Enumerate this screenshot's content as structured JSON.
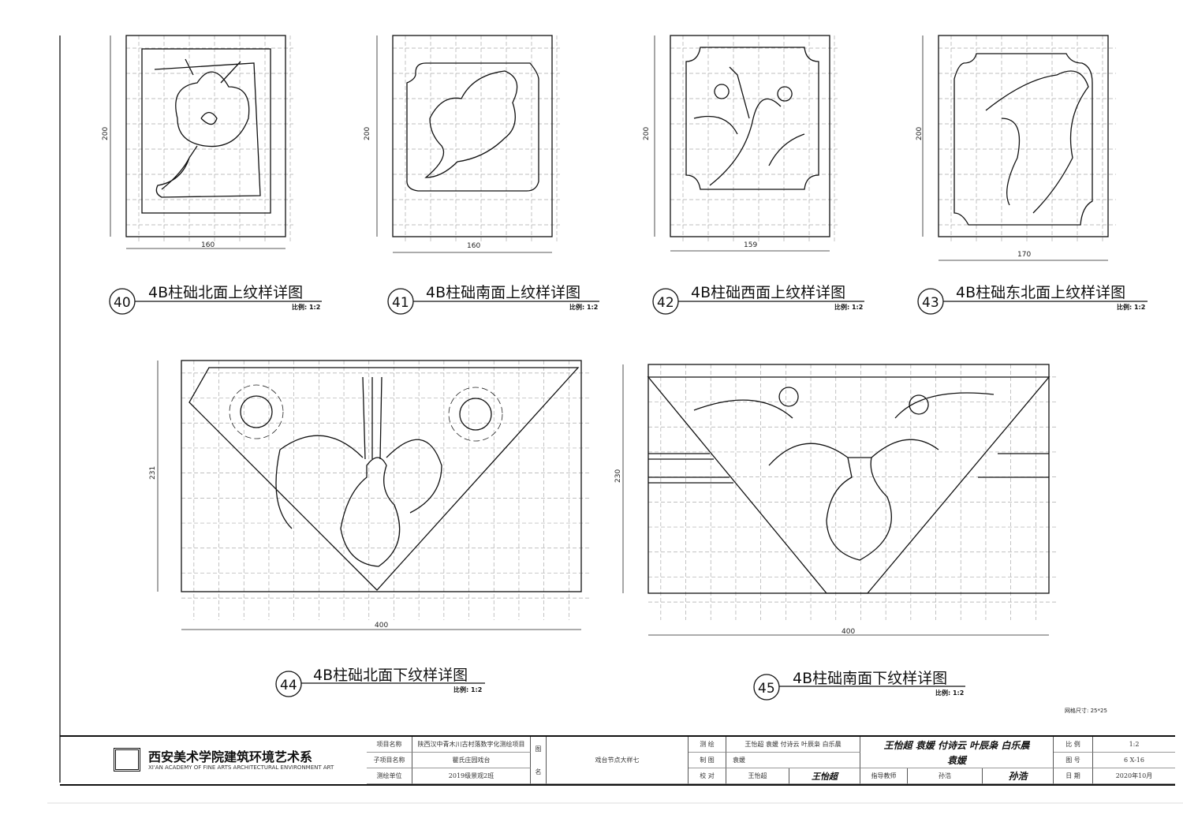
{
  "panels": [
    {
      "number": "40",
      "title": "4B柱础北面上纹样详图",
      "scale": "比例: 1:2",
      "height_dim": "200",
      "width_dim": "160"
    },
    {
      "number": "41",
      "title": "4B柱础南面上纹样详图",
      "scale": "比例: 1:2",
      "height_dim": "200",
      "width_dim": "160"
    },
    {
      "number": "42",
      "title": "4B柱础西面上纹样详图",
      "scale": "比例: 1:2",
      "height_dim": "200",
      "width_dim": "159"
    },
    {
      "number": "43",
      "title": "4B柱础东北面上纹样详图",
      "scale": "比例: 1:2",
      "height_dim": "200",
      "width_dim": "170"
    },
    {
      "number": "44",
      "title": "4B柱础北面下纹样详图",
      "scale": "比例: 1:2",
      "height_dim": "231",
      "width_dim": "400"
    },
    {
      "number": "45",
      "title": "4B柱础南面下纹样详图",
      "scale": "比例: 1:2",
      "height_dim": "230",
      "width_dim": "400"
    }
  ],
  "grid_note": "网格尺寸: 25*25",
  "title_block": {
    "org_cn": "西安美术学院建筑环境艺术系",
    "org_en": "XI'AN ACADEMY OF FINE ARTS ARCHITECTURAL ENVIRONMENT ART",
    "project_label": "项目名称",
    "project": "陕西汉中青木川古村落数字化测绘项目",
    "subproject_label": "子项目名称",
    "subproject": "瞿氏庄园戏台",
    "unit_label": "测绘单位",
    "unit": "2019级景观2班",
    "drawing_label_1": "图",
    "drawing_label_2": "名",
    "drawing_name": "戏台节点大样七",
    "survey_label": "测 绘",
    "survey": "王怡超 袁媛 付诗云 叶辰枭 白乐晨",
    "survey_sign": "王怡超 袁媛 付诗云 叶辰枭 白乐晨",
    "draw_label": "制 图",
    "draw": "袁媛",
    "draw_sign": "袁媛",
    "check_label": "校 对",
    "check": "王怡超",
    "check_sign": "王怡超",
    "teacher_label": "指导教师",
    "teacher": "孙浩",
    "teacher_sign": "孙浩",
    "scale_label": "比 例",
    "scale": "1:2",
    "sheet_label": "图 号",
    "sheet": "6 X-16",
    "date_label": "日 期",
    "date": "2020年10月"
  }
}
